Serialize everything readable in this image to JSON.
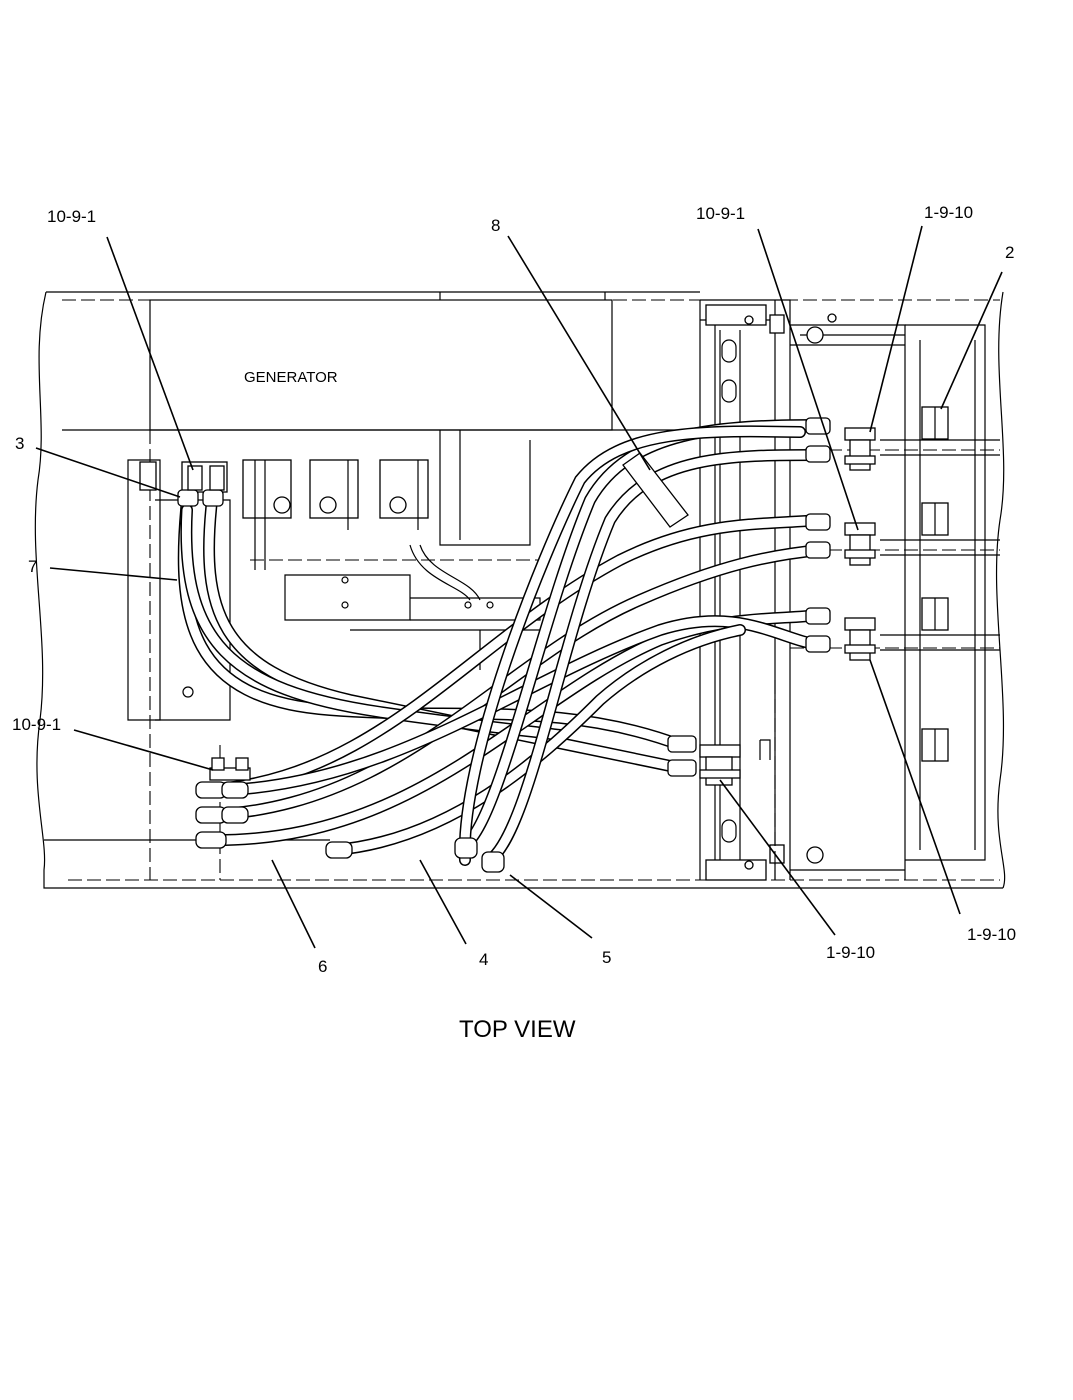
{
  "diagram": {
    "component_label": "GENERATOR",
    "caption": "TOP VIEW",
    "callouts": [
      "10-9-1",
      "8",
      "10-9-1",
      "1-9-10",
      "2",
      "3",
      "7",
      "10-9-1",
      "6",
      "4",
      "5",
      "1-9-10",
      "1-9-10"
    ]
  }
}
